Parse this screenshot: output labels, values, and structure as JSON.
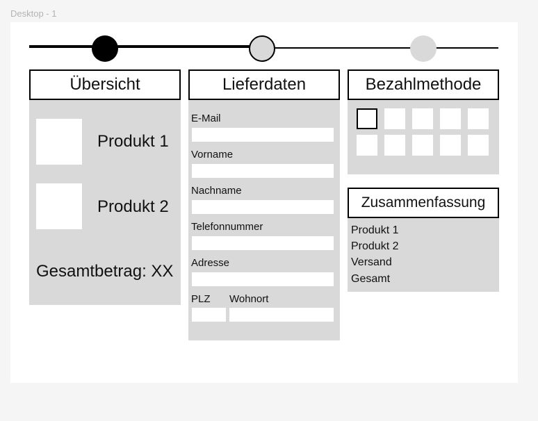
{
  "frame": {
    "label": "Desktop - 1"
  },
  "progress": {
    "current_step": 2,
    "total_steps": 3
  },
  "overview": {
    "title": "Übersicht",
    "products": [
      {
        "label": "Produkt 1"
      },
      {
        "label": "Produkt 2"
      }
    ],
    "total_label": "Gesamtbetrag: XX"
  },
  "delivery": {
    "title": "Lieferdaten",
    "fields": {
      "email": {
        "label": "E-Mail",
        "value": ""
      },
      "firstname": {
        "label": "Vorname",
        "value": ""
      },
      "lastname": {
        "label": "Nachname",
        "value": ""
      },
      "phone": {
        "label": "Telefonnummer",
        "value": ""
      },
      "address": {
        "label": "Adresse",
        "value": ""
      },
      "zip": {
        "label": "PLZ",
        "value": ""
      },
      "city": {
        "label": "Wohnort",
        "value": ""
      }
    }
  },
  "payment": {
    "title": "Bezahlmethode",
    "selected_index": 0,
    "option_count": 10
  },
  "summary": {
    "title": "Zusammenfassung",
    "lines": [
      "Produkt 1",
      "Produkt 2",
      "Versand",
      "Gesamt"
    ]
  }
}
